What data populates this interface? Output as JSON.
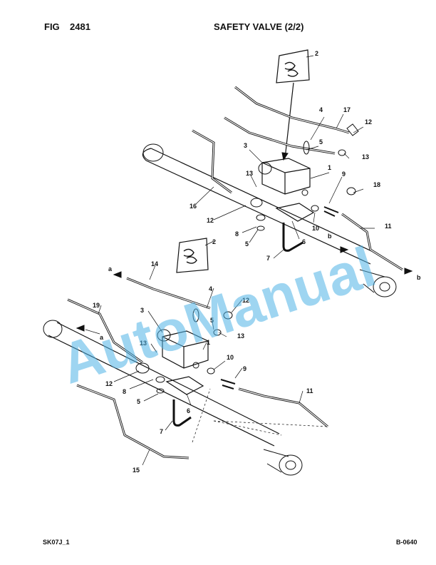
{
  "header": {
    "fig_label": "FIG",
    "fig_number": "2481",
    "title": "SAFETY VALVE (2/2)"
  },
  "footer": {
    "left_code": "SK07J_1",
    "right_code": "B-0640"
  },
  "watermark": {
    "text": "AutoManual",
    "color": "#4fb2e6"
  },
  "callouts": {
    "upper": {
      "c2": "2",
      "c17": "17",
      "c4": "4",
      "c12a": "12",
      "c5": "5",
      "c13a": "13",
      "c3": "3",
      "c1": "1",
      "c13b": "13",
      "c9": "9",
      "c18": "18",
      "c16": "16",
      "c12b": "12",
      "c10": "10",
      "c11": "11",
      "c8": "8",
      "c6": "6",
      "c5b": "5",
      "c7": "7",
      "b1": "b",
      "b2": "b"
    },
    "lower": {
      "a1": "a",
      "c14": "14",
      "c2": "2",
      "c4": "4",
      "c12a": "12",
      "c19": "19",
      "c3": "3",
      "c5": "5",
      "a2": "a",
      "c13a": "13",
      "c13b": "13",
      "c1": "1",
      "c10": "10",
      "c9": "9",
      "c12b": "12",
      "c8": "8",
      "c5b": "5",
      "c6": "6",
      "c11": "11",
      "c7": "7",
      "c15": "15"
    }
  }
}
